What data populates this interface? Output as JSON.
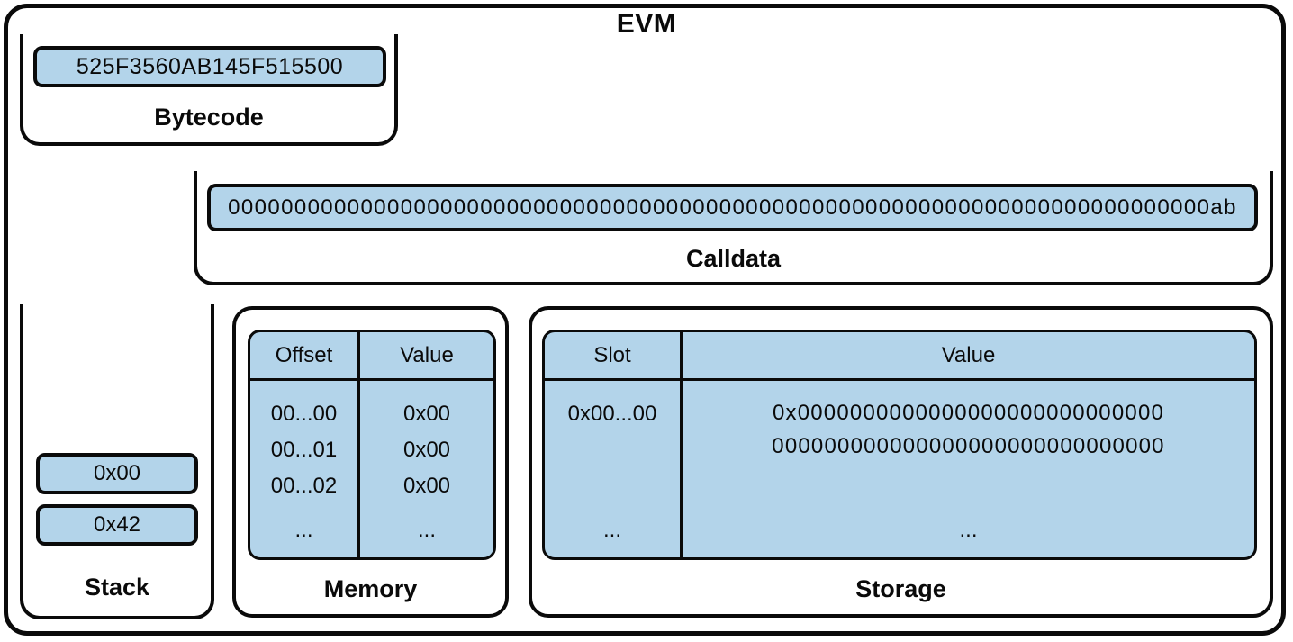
{
  "evm": {
    "title": "EVM"
  },
  "bytecode": {
    "label": "Bytecode",
    "value": "525F3560AB145F515500"
  },
  "calldata": {
    "label": "Calldata",
    "value": "00000000000000000000000000000000000000000000000000000000000000000000000000ab"
  },
  "stack": {
    "label": "Stack",
    "items": [
      "0x00",
      "0x42"
    ]
  },
  "memory": {
    "label": "Memory",
    "columns": [
      "Offset",
      "Value"
    ],
    "rows": [
      {
        "offset": "00...00",
        "value": "0x00"
      },
      {
        "offset": "00...01",
        "value": "0x00"
      },
      {
        "offset": "00...02",
        "value": "0x00"
      },
      {
        "offset": "...",
        "value": "..."
      }
    ]
  },
  "storage": {
    "label": "Storage",
    "columns": [
      "Slot",
      "Value"
    ],
    "rows": [
      {
        "slot": "0x00...00",
        "value_line1": "0x0000000000000000000000000000",
        "value_line2": "000000000000000000000000000000"
      },
      {
        "slot": "...",
        "value": "..."
      }
    ]
  },
  "colors": {
    "box_fill": "#b3d4ea",
    "stroke": "#0a0a0a",
    "background": "#ffffff"
  }
}
